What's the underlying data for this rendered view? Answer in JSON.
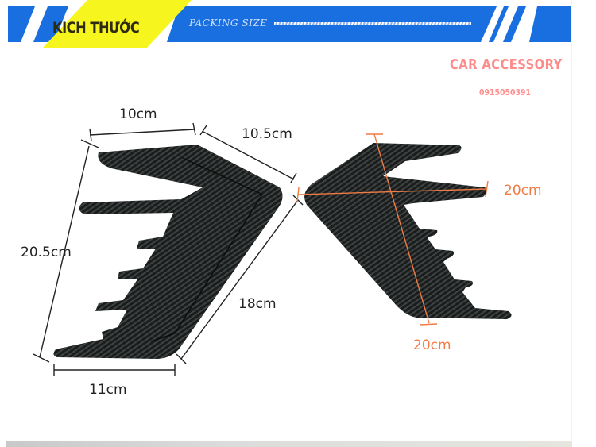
{
  "banner": {
    "title": "KICH THƯỚC",
    "subtitle": "PACKING SIZE",
    "colors": {
      "blue": "#1a6fe0",
      "yellow": "#f6f51e",
      "title_text": "#2f2a12"
    }
  },
  "watermark": {
    "brand": "CAR ACCESSORY",
    "phone": "0915050391",
    "color": "#ff8a8a"
  },
  "left_part": {
    "dimensions": {
      "top_width": "10cm",
      "top_slant": "10.5cm",
      "height": "20.5cm",
      "right_slant": "18cm",
      "bottom_width": "11cm"
    }
  },
  "right_part": {
    "dimensions": {
      "horizontal": "20cm",
      "diagonal": "20cm"
    },
    "line_color": "#ef7b45"
  }
}
